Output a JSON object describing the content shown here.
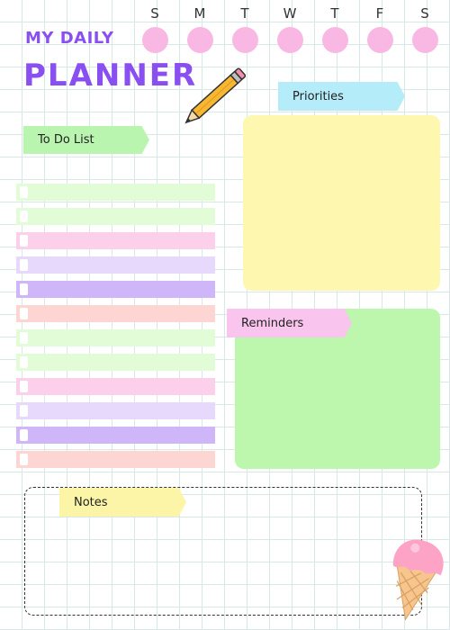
{
  "week": {
    "days": [
      "S",
      "M",
      "T",
      "W",
      "T",
      "F",
      "S"
    ],
    "dot_color": "#f9b7e4"
  },
  "title": {
    "line1": "MY DAILY",
    "line2": "PLANNER",
    "color": "#8a4ff0"
  },
  "sections": {
    "todo_label": "To Do List",
    "priorities_label": "Priorities",
    "reminders_label": "Reminders",
    "notes_label": "Notes"
  },
  "todo_rows": [
    {
      "color": "#e3fcd8"
    },
    {
      "color": "#e3fcd8"
    },
    {
      "color": "#fcd0ea"
    },
    {
      "color": "#e6d9fc"
    },
    {
      "color": "#cfb6f8"
    },
    {
      "color": "#fdd6d4"
    },
    {
      "color": "#e3fcd8"
    },
    {
      "color": "#e3fcd8"
    },
    {
      "color": "#fcd0ea"
    },
    {
      "color": "#e6d9fc"
    },
    {
      "color": "#cfb6f8"
    },
    {
      "color": "#fdd6d4"
    }
  ],
  "colors": {
    "priorities_box": "#fdf7b0",
    "reminders_box": "#bdf6ad",
    "todo_tag": "#baf5b0",
    "priorities_tag": "#b5ecfa",
    "reminders_tag": "#f9c4ee",
    "notes_tag": "#fcf5a8"
  },
  "decorations": [
    "pencil-icon",
    "ice-cream-icon"
  ]
}
